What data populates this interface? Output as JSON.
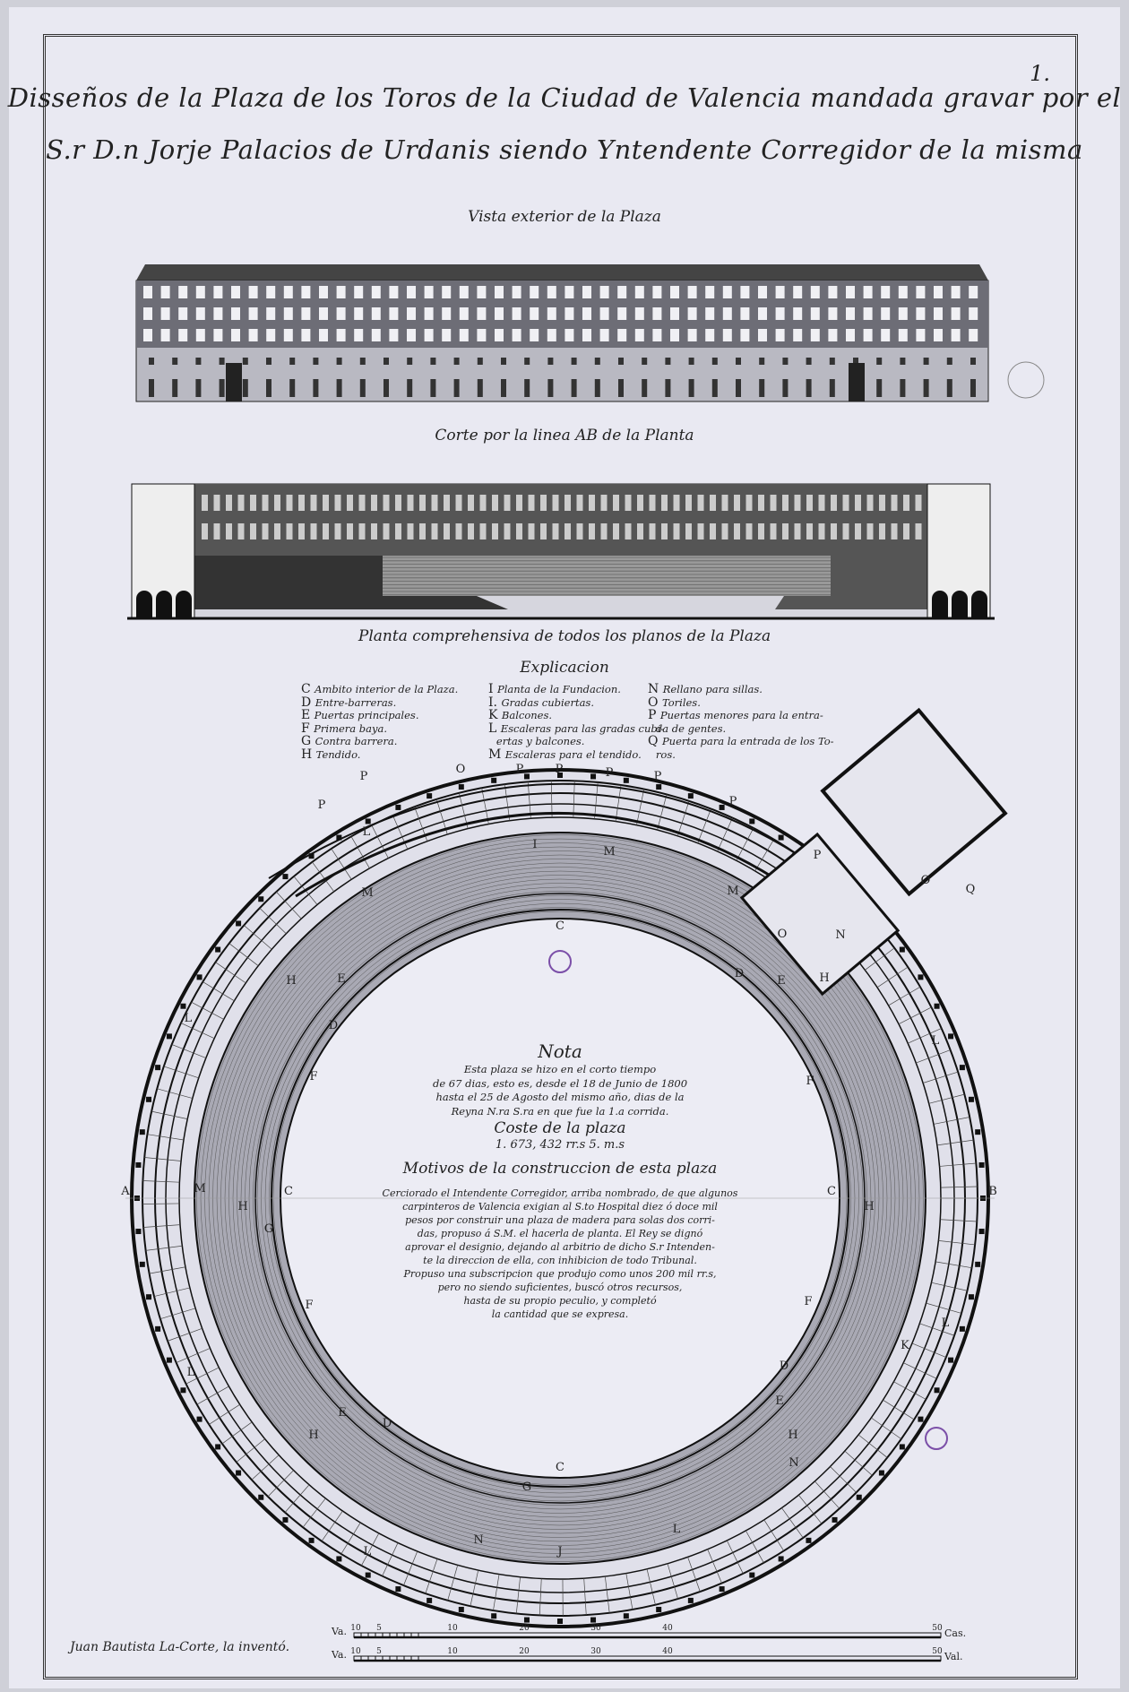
{
  "sheet_number": "1.",
  "title_line1": "Disseños de la Plaza de los Toros de la Ciudad de Valencia mandada gravar por el",
  "title_line2": "S.r D.n Jorje Palacios de Urdanis siendo Yntendente Corregidor de la misma",
  "elevation_caption": "Vista exterior de la Plaza",
  "section_caption": "Corte por la linea AB de la Planta",
  "plan_caption": "Planta comprehensiva de todos los planos de la Plaza",
  "legend": {
    "heading": "Explicacion",
    "col1": [
      {
        "k": "C",
        "v": "Ambito interior de la Plaza."
      },
      {
        "k": "D",
        "v": "Entre-barreras."
      },
      {
        "k": "E",
        "v": "Puertas principales."
      },
      {
        "k": "F",
        "v": "Primera baya."
      },
      {
        "k": "G",
        "v": "Contra barrera."
      },
      {
        "k": "H",
        "v": "Tendido."
      }
    ],
    "col2": [
      {
        "k": "I",
        "v": "Planta de la Fundacion."
      },
      {
        "k": "I.",
        "v": "Gradas cubiertas."
      },
      {
        "k": "K",
        "v": "Balcones."
      },
      {
        "k": "L",
        "v": "Escaleras para las gradas cubi-"
      },
      {
        "k": "",
        "v": "ertas y balcones."
      },
      {
        "k": "M",
        "v": "Escaleras para el tendido."
      }
    ],
    "col3": [
      {
        "k": "N",
        "v": "Rellano para sillas."
      },
      {
        "k": "O",
        "v": "Toriles."
      },
      {
        "k": "P",
        "v": "Puertas menores para la entra-"
      },
      {
        "k": "",
        "v": "da de gentes."
      },
      {
        "k": "Q",
        "v": "Puerta para la entrada de los To-"
      },
      {
        "k": "",
        "v": "ros."
      }
    ]
  },
  "nota": {
    "heading": "Nota",
    "lines": [
      "Esta plaza se hizo en el corto tiempo",
      "de 67 dias, esto es, desde el 18 de Junio de 1800",
      "hasta el 25 de Agosto del mismo año, dias de la",
      "Reyna N.ra S.ra en que fue la 1.a corrida."
    ],
    "cost_heading": "Coste de la plaza",
    "cost_value": "1. 673, 432 rr.s 5. m.s",
    "motives_heading": "Motivos de la construccion de esta plaza",
    "motives_lines": [
      "Cerciorado el Intendente Corregidor, arriba nombrado, de que algunos",
      "carpinteros de Valencia exigian al S.to Hospital diez ó doce mil",
      "pesos por construir una plaza de madera para solas dos corri-",
      "das, propuso á S.M. el hacerla de planta. El Rey se dignó",
      "aprovar el designio, dejando al arbitrio de dicho S.r Intenden-",
      "te la direccion de ella, con inhibicion de todo Tribunal.",
      "Propuso una subscripcion que produjo como unos 200 mil rr.s,",
      "pero no siendo suficientes, buscó otros recursos,",
      "hasta de su propio peculio, y completó",
      "la cantidad que se expresa."
    ]
  },
  "plan_labels": [
    "A",
    "B",
    "C",
    "C",
    "C",
    "C",
    "D",
    "D",
    "D",
    "D",
    "E",
    "E",
    "E",
    "E",
    "F",
    "F",
    "F",
    "F",
    "G",
    "G",
    "H",
    "H",
    "H",
    "H",
    "H",
    "H",
    "I",
    "J",
    "K",
    "L",
    "L",
    "L",
    "L",
    "L",
    "L",
    "L",
    "M",
    "M",
    "M",
    "M",
    "N",
    "N",
    "N",
    "O",
    "O",
    "O",
    "P",
    "P",
    "P",
    "P",
    "P",
    "P",
    "P",
    "P",
    "Q"
  ],
  "signature": "Juan Bautista La-Corte, la inventó.",
  "scale_castilian": {
    "left_label": "Va.",
    "right_label": "Cas.",
    "ticks": [
      "10",
      "5",
      "10",
      "20",
      "30",
      "40",
      "50"
    ]
  },
  "scale_valencian": {
    "left_label": "Va.",
    "right_label": "Val.",
    "ticks": [
      "10",
      "5",
      "10",
      "20",
      "30",
      "40",
      "50"
    ]
  },
  "colors": {
    "paper": "#e9e9f2",
    "ink": "#222222",
    "stamp": "#7b4fa8"
  }
}
